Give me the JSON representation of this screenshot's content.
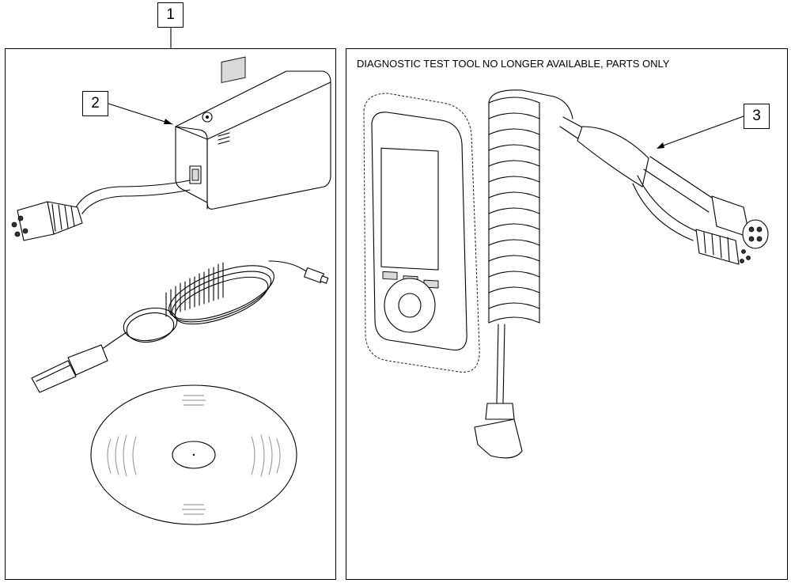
{
  "callouts": {
    "item1": "1",
    "item2": "2",
    "item3": "3"
  },
  "notice": "DIAGNOSTIC TEST TOOL NO LONGER AVAILABLE, PARTS ONLY",
  "icons": [
    "control-module-icon",
    "connector-plug-icon",
    "usb-cable-icon",
    "software-cd-icon",
    "handheld-programmer-icon",
    "coiled-cable-icon",
    "y-splitter-cable-icon"
  ]
}
